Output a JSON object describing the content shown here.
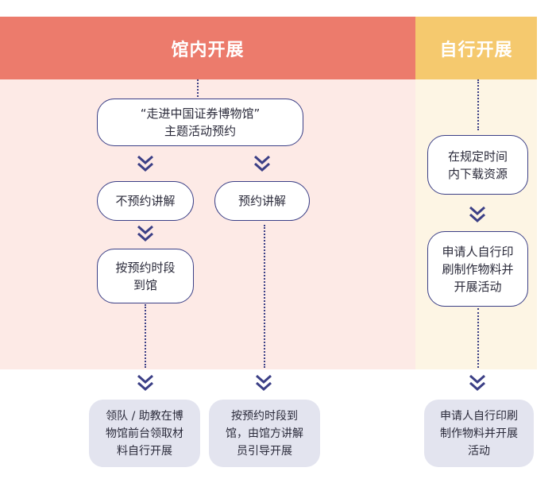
{
  "headers": {
    "in_museum": "馆内开展",
    "self_run": "自行开展"
  },
  "colors": {
    "in_museum_header": "#ec7b6c",
    "in_museum_bg": "#fdeae6",
    "self_run_header": "#f5c96e",
    "self_run_bg": "#fdf5e4",
    "line": "#3b3f86",
    "output_bg": "#e3e4ef"
  },
  "nodes": {
    "reservation": "“走进中国证券博物馆”\n主题活动预约",
    "no_guide": "不预约讲解",
    "with_guide": "预约讲解",
    "arrive_on_time": "按预约时段\n到馆",
    "download": "在规定时间\n内下载资源",
    "self_print": "申请人自行印\n刷制作物料并\n开展活动"
  },
  "outputs": {
    "leader_self": "领队 / 助教在博\n物馆前台领取材\n料自行开展",
    "guided": "按预约时段到\n馆，由馆方讲解\n员引导开展",
    "applicant_self": "申请人自行印刷\n制作物料并开展\n活动"
  }
}
